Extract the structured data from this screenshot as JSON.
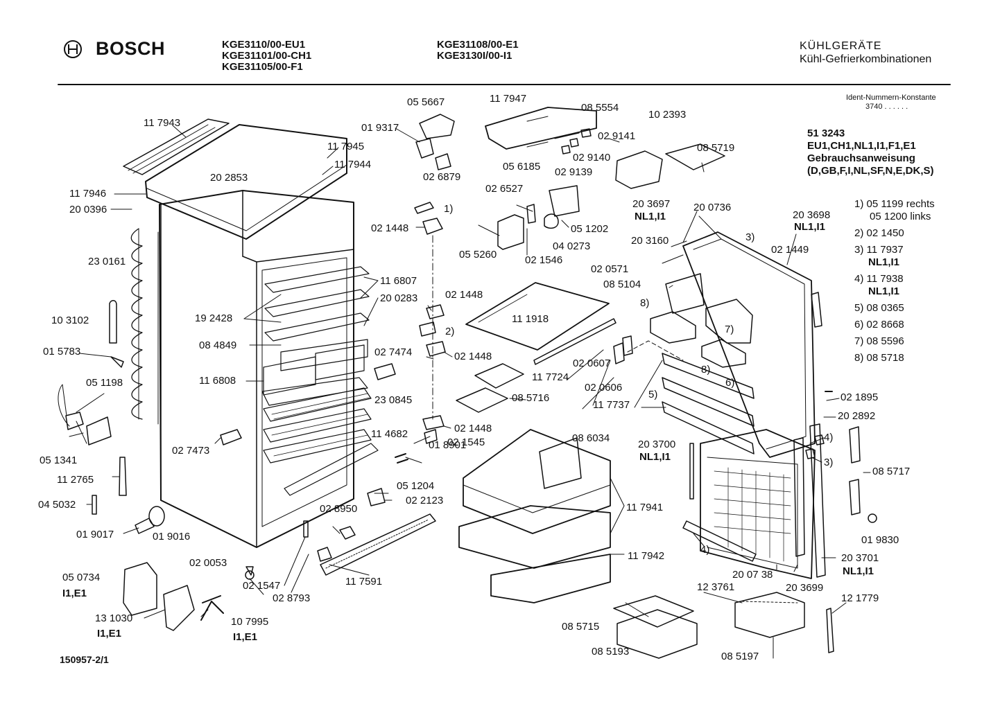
{
  "header": {
    "brand": "BOSCH",
    "models_col1": [
      "KGE3110/00-EU1",
      "KGE31101/00-CH1",
      "KGE31105/00-F1"
    ],
    "models_col2": [
      "KGE31108/00-E1",
      "KGE3130I/00-I1"
    ],
    "category_title": "KÜHLGERÄTE",
    "category_subtitle": "Kühl-Gefrierkombinationen"
  },
  "ident": {
    "label": "Ident-Nummern-Konstante",
    "value": "3740  . .    . . . ."
  },
  "manual": {
    "lines": [
      "51 3243",
      "EU1,CH1,NL1,I1,F1,E1",
      "Gebrauchsanweisung",
      "(D,GB,F,I,NL,SF,N,E,DK,S)"
    ]
  },
  "notes": [
    [
      "1) 05 1199 rechts",
      "05 1200 links"
    ],
    [
      "2) 02 1450"
    ],
    [
      "3) 11 7937",
      "NL1,I1"
    ],
    [
      "4) 11 7938",
      "NL1,I1"
    ],
    [
      "5) 08 0365"
    ],
    [
      "6) 02 8668"
    ],
    [
      "7) 08 5596"
    ],
    [
      "8) 08 5718"
    ]
  ],
  "part_labels": [
    "11 7943",
    "20 2853",
    "11 7945",
    "11 7944",
    "11 7946",
    "20 0396",
    "23 0161",
    "05 5667",
    "01 9317",
    "02 6879",
    "11 7947",
    "08 5554",
    "02 9141",
    "05 6185",
    "02 9140",
    "02 9139",
    "10 2393",
    "08 5719",
    "02 6527",
    "1)",
    "02 1448",
    "05 1202",
    "05 5260",
    "02 1546",
    "04 0273",
    "11 6807",
    "19 2428",
    "20 0283",
    "08 4849",
    "02 1448",
    "2)",
    "02 1448",
    "02 7474",
    "11 6808",
    "08 5716",
    "11 1918",
    "20 3697",
    "NL1,I1",
    "20 0736",
    "20 3698",
    "NL1,I1",
    "3)",
    "20 3160",
    "02 1449",
    "02 0571",
    "08 5104",
    "8)",
    "7)",
    "8)",
    "02 0607",
    "11 7724",
    "02 0606",
    "11 7737",
    "5)",
    "6)",
    "02 1895",
    "20 2892",
    "10 3102",
    "01 5783",
    "05 1198",
    "23 0845",
    "11 4682",
    "02 1545",
    "02 1448",
    "01 8901",
    "02 7473",
    "05 1341",
    "11 2765",
    "04 5032",
    "01 9017",
    "01 9016",
    "05 1204",
    "02 2123",
    "02 8950",
    "08 6034",
    "11 7941",
    "20 3700",
    "NL1,I1",
    "4)",
    "3)",
    "08 5717",
    "01 9830",
    "02 0053",
    "02 1547",
    "02 8793",
    "11 7591",
    "11 7942",
    "4)",
    "20 07 38",
    "20 3699",
    "20 3701",
    "NL1,I1",
    "05 0734",
    "I1,E1",
    "13 1030",
    "I1,E1",
    "10 7995",
    "I1,E1",
    "12 3761",
    "12 1779",
    "08 5715",
    "08 5193",
    "08 5197"
  ],
  "footer": {
    "drawing_number": "150957-2/1"
  }
}
